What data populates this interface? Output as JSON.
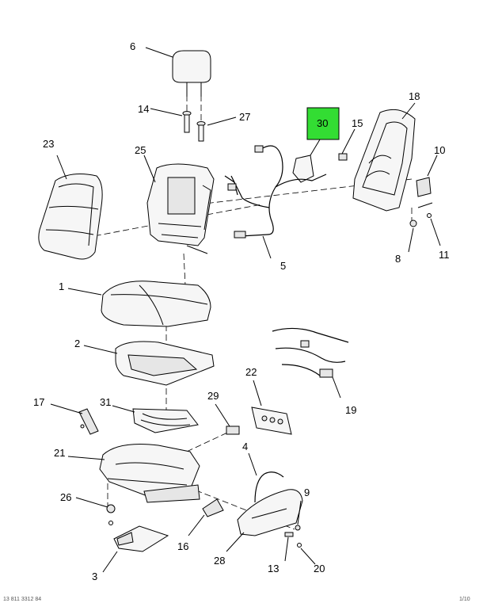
{
  "callouts": {
    "c1": "1",
    "c2": "2",
    "c3": "3",
    "c4": "4",
    "c5": "5",
    "c6": "6",
    "c8": "8",
    "c9": "9",
    "c10": "10",
    "c11": "11",
    "c13": "13",
    "c14": "14",
    "c15": "15",
    "c16": "16",
    "c17": "17",
    "c18": "18",
    "c19": "19",
    "c20": "20",
    "c21": "21",
    "c22": "22",
    "c23": "23",
    "c25": "25",
    "c26": "26",
    "c27": "27",
    "c28": "28",
    "c29": "29",
    "c30": "30",
    "c31": "31"
  },
  "highlight_color": "#33dd33",
  "footer": {
    "left": "13 811 3312 84",
    "right": "1/10"
  }
}
